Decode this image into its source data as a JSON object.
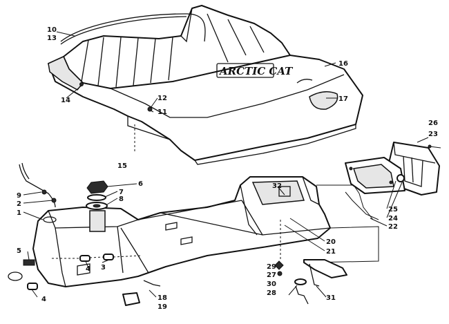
{
  "diagram": {
    "brand_text": "ARCTIC CAT",
    "callouts": {
      "c1": "1",
      "c2": "2",
      "c3": "3",
      "c4a": "4",
      "c4b": "4",
      "c5": "5",
      "c6": "6",
      "c7": "7",
      "c8": "8",
      "c9": "9",
      "c10": "10",
      "c11": "11",
      "c12": "12",
      "c13": "13",
      "c14": "14",
      "c15": "15",
      "c16": "16",
      "c17": "17",
      "c18": "18",
      "c19": "19",
      "c20": "20",
      "c21": "21",
      "c22": "22",
      "c23": "23",
      "c24": "24",
      "c25": "25",
      "c26": "26",
      "c27": "27",
      "c28": "28",
      "c29": "29",
      "c30": "30",
      "c31": "31",
      "c32": "32"
    }
  }
}
